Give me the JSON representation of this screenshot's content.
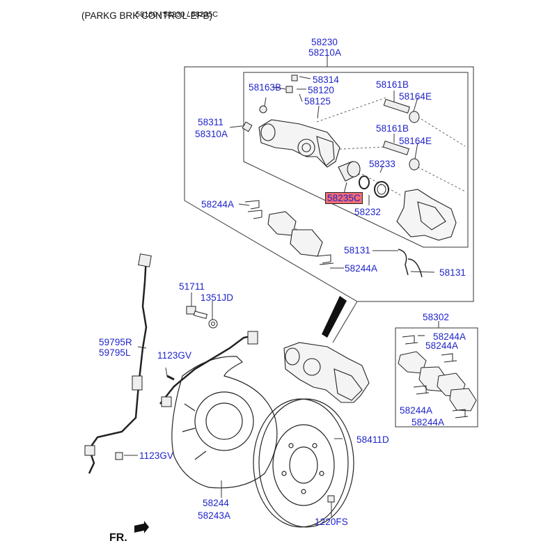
{
  "header": {
    "title": "(PARKG BRK CONTROL-EPB)",
    "overlay": "58160 / 58230 / 58235C"
  },
  "direction_label": "FR.",
  "colors": {
    "label": "#1f23c9",
    "highlight": "#f26c73",
    "line": "#333333"
  },
  "labels": {
    "p58230": "58230",
    "p58210A": "58210A",
    "p58314": "58314",
    "p58163B": "58163B",
    "p58120": "58120",
    "p58125": "58125",
    "p58161B_1": "58161B",
    "p58164E_1": "58164E",
    "p58311": "58311",
    "p58310A": "58310A",
    "p58161B_2": "58161B",
    "p58164E_2": "58164E",
    "p58233": "58233",
    "p58235C": "58235C",
    "p58232": "58232",
    "p58244A_1": "58244A",
    "p58131_1": "58131",
    "p58244A_2": "58244A",
    "p58131_2": "58131",
    "p51711": "51711",
    "p1351JD": "1351JD",
    "p58302": "58302",
    "p58244A_3": "58244A",
    "p58244A_4": "58244A",
    "p59795R": "59795R",
    "p59795L": "59795L",
    "p1123GV_1": "1123GV",
    "p58244A_5": "58244A",
    "p58244A_6": "58244A",
    "p58411D": "58411D",
    "p1123GV_2": "1123GV",
    "p58244": "58244",
    "p58243A": "58243A",
    "p1220FS": "1220FS"
  }
}
